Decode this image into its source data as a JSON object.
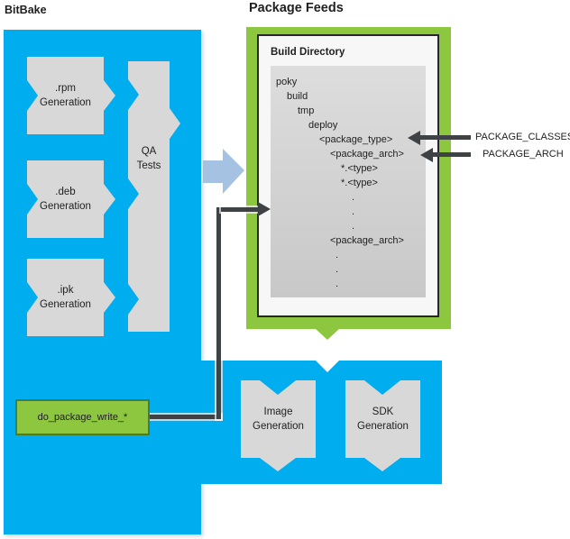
{
  "titles": {
    "bitbake": "BitBake",
    "package_feeds": "Package Feeds"
  },
  "bitbake": {
    "generators": [
      {
        "line1": ".rpm",
        "line2": "Generation"
      },
      {
        "line1": ".deb",
        "line2": "Generation"
      },
      {
        "line1": ".ipk",
        "line2": "Generation"
      }
    ],
    "qa": {
      "line1": "QA",
      "line2": "Tests"
    },
    "task_label": "do_package_write_*"
  },
  "package_feeds": {
    "build_directory_label": "Build Directory",
    "tree": [
      {
        "text": "poky"
      },
      {
        "text": "build"
      },
      {
        "text": "tmp"
      },
      {
        "text": "deploy"
      },
      {
        "text": "<package_type>"
      },
      {
        "text": "<package_arch>"
      },
      {
        "text": "*.<type>"
      },
      {
        "text": "*.<type>"
      },
      {
        "text": "."
      },
      {
        "text": "."
      },
      {
        "text": "."
      },
      {
        "text": "<package_arch>"
      },
      {
        "text": "."
      },
      {
        "text": "."
      },
      {
        "text": "."
      }
    ]
  },
  "annotations": [
    {
      "label": "PACKAGE_CLASSES"
    },
    {
      "label": "PACKAGE_ARCH"
    }
  ],
  "bottom": {
    "boxes": [
      {
        "line1": "Image",
        "line2": "Generation"
      },
      {
        "line1": "SDK",
        "line2": "Generation"
      }
    ]
  },
  "colors": {
    "blue": "#00adee",
    "green": "#8dc63f",
    "gray": "#d8d8d8",
    "dark": "#3f4245",
    "lightarrow": "#a5c2e2",
    "text": "#1f1f1f"
  }
}
